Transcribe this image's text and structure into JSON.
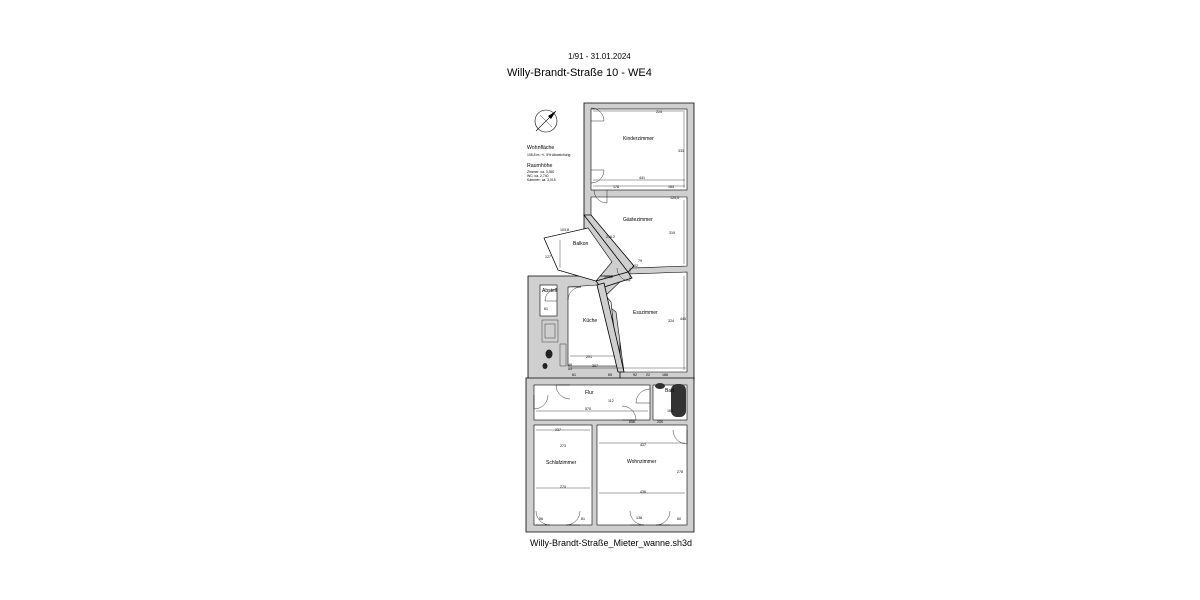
{
  "header": {
    "subtitle": "1/91 - 31.01.2024",
    "title": "Willy-Brandt-Straße 10 - WE4"
  },
  "footer": {
    "filename": "Willy-Brandt-Straße_Mieter_wanne.sh3d"
  },
  "info": {
    "area_heading": "Wohnfläche",
    "area_value": "108,8 m² +/- 5% Abweichung",
    "height_heading": "Raumhöhe",
    "heights": [
      "Zimmer:  ca. 3,350",
      "WC:  ca. 2,740",
      "Kammer:  ca. 3,015"
    ]
  },
  "rooms": {
    "kinderzimmer": "Kinderzimmer",
    "gaestezimmer": "Gästezimmer",
    "balkon": "Balkon",
    "abstell": "Abstell",
    "kueche": "Küche",
    "esszimmer": "Esszimmer",
    "flur": "Flur",
    "bad": "Bad",
    "schlafzimmer": "Schlafzimmer",
    "wohnzimmer": "Wohnzimmer"
  },
  "dimensions": {
    "kinder_top": "224",
    "kinder_bottom": "441",
    "kinder_right": "333",
    "kinder_178": "178",
    "kinder_164": "164",
    "gaeste_125": "125,5",
    "gaeste_right": "319",
    "gaeste_79": "79",
    "gaeste_102": "102",
    "gaeste_diag": "216,2",
    "balkon_top": "103,8",
    "balkon_left": "127",
    "balkon_diag": "105,2",
    "kueche_bottom": "201",
    "kueche_307": "307",
    "kueche_48": "48",
    "kueche_53": "53",
    "kueche_61": "61",
    "kueche_65": "65",
    "kueche_92": "92",
    "kueche_22": "22",
    "ess_right": "445",
    "ess_inner": "324",
    "ess_166": "166",
    "abst_61": "61",
    "flur_570": "570",
    "flur_112": "112",
    "bad_160": "160",
    "flur_656": "656",
    "flur_200": "200",
    "schlaf_top": "237",
    "schlaf_273": "273",
    "schlaf_270": "270",
    "schlaf_56": "56",
    "schlaf_81": "81",
    "wohn_437": "437",
    "wohn_436": "436",
    "wohn_138": "138",
    "wohn_60": "60",
    "wohn_side": "278"
  }
}
